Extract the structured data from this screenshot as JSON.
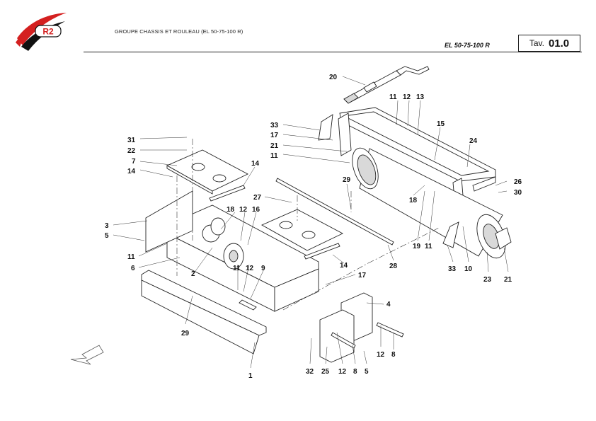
{
  "header": {
    "brand_logo_text": "R2",
    "document_title": "GROUPE CHASSIS ET ROULEAU (EL 50-75-100 R)",
    "model": "EL 50-75-100 R",
    "plate_label": "Tav.",
    "plate_number": "01.0"
  },
  "colors": {
    "logo_red": "#d42020",
    "logo_black": "#111111",
    "line": "#222222"
  },
  "callouts": [
    "20",
    "11",
    "12",
    "13",
    "33",
    "17",
    "21",
    "11",
    "15",
    "24",
    "31",
    "22",
    "7",
    "14",
    "14",
    "29",
    "26",
    "30",
    "27",
    "3",
    "5",
    "18",
    "12",
    "16",
    "11",
    "18",
    "19",
    "11",
    "6",
    "2",
    "11",
    "12",
    "9",
    "14",
    "17",
    "28",
    "33",
    "10",
    "23",
    "21",
    "4",
    "29",
    "12",
    "8",
    "1",
    "32",
    "25",
    "12",
    "8",
    "5"
  ],
  "icons": {
    "direction_arrow": "arrow-down-left-icon"
  }
}
